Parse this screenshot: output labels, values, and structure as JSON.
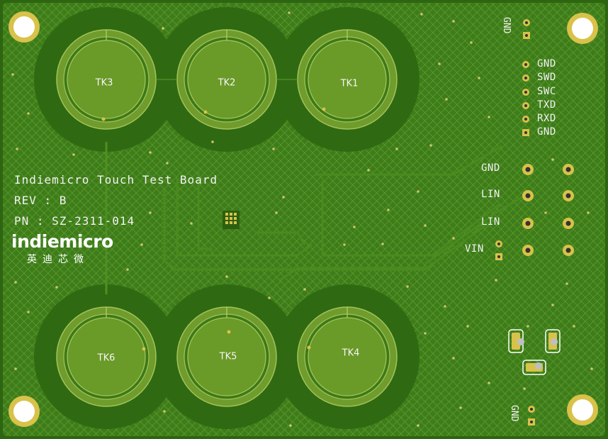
{
  "board": {
    "title": "Indiemicro Touch Test Board",
    "revision": "REV : B",
    "part_number": "PN : SZ-2311-014",
    "logo_text": "indiemicro",
    "logo_cn": "英迪芯微"
  },
  "touch_keys": [
    "TK3",
    "TK2",
    "TK1",
    "TK6",
    "TK5",
    "TK4"
  ],
  "debug_header": [
    "GND",
    "SWD",
    "SWC",
    "TXD",
    "RXD",
    "GND"
  ],
  "power_header": [
    "GND",
    "LIN",
    "LIN",
    "VIN"
  ],
  "top_gnd": "GND",
  "bottom_gnd": "GND",
  "colors": {
    "soldermask": "#3c7a18",
    "copper_pour": "#4f8f22",
    "pad": "#7da634",
    "gold": "#d8c24a",
    "silkscreen": "#f2f2f2"
  }
}
